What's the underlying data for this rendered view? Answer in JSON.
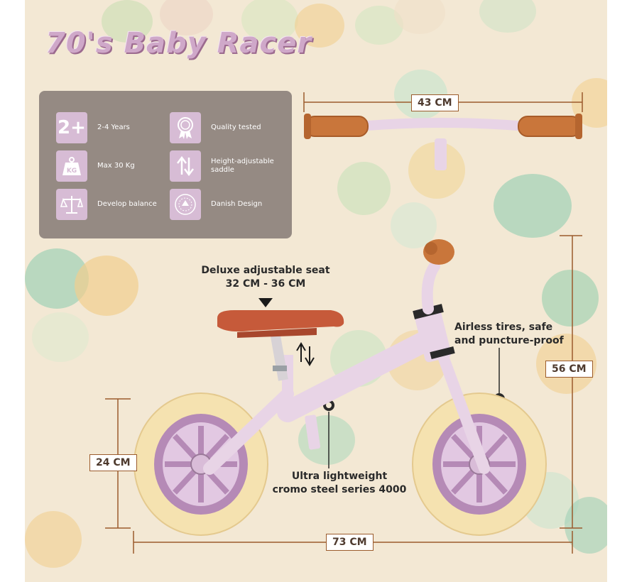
{
  "title": "70's Baby Racer",
  "features": [
    {
      "icon": "age-2plus-icon",
      "icon_text": "2+",
      "label": "2-4 Years"
    },
    {
      "icon": "quality-badge-icon",
      "label": "Quality tested"
    },
    {
      "icon": "weight-icon",
      "icon_text": "KG",
      "label": "Max 30 Kg"
    },
    {
      "icon": "height-adjust-arrows-icon",
      "label": "Height-adjustable saddle"
    },
    {
      "icon": "balance-scale-icon",
      "label": "Develop balance"
    },
    {
      "icon": "danish-design-seal-icon",
      "label": "Danish Design"
    }
  ],
  "dimensions": {
    "handlebar_width": "43 CM",
    "total_height": "56 CM",
    "wheel_height": "24 CM",
    "total_length": "73 CM"
  },
  "callouts": {
    "seat_line1": "Deluxe adjustable seat",
    "seat_line2": "32 CM - 36 CM",
    "tires_line1": "Airless tires, safe",
    "tires_line2": "and puncture-proof",
    "frame_line1": "Ultra lightweight",
    "frame_line2": "cromo steel series 4000"
  },
  "colors": {
    "background": "#f3e8d4",
    "frame": "#e8d4e6",
    "grips": "#c9763b",
    "tires": "#f5e2b0",
    "rims": "#b58ab6",
    "accent_line": "#9b5b2c"
  }
}
